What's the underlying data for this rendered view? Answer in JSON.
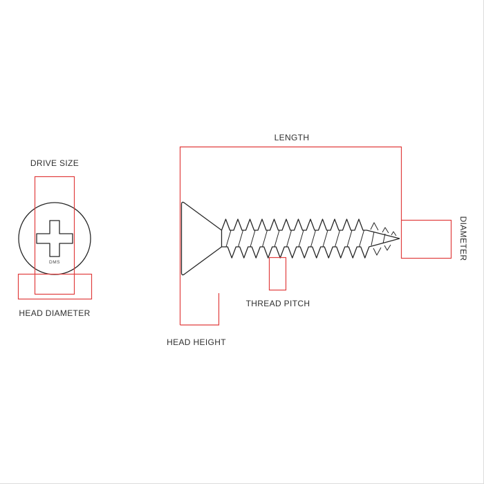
{
  "labels": {
    "drive_size": "DRIVE SIZE",
    "head_diameter": "HEAD DIAMETER",
    "length": "LENGTH",
    "diameter": "DIAMETER",
    "thread_pitch": "THREAD PITCH",
    "head_height": "HEAD HEIGHT",
    "drive_marking": "DMS"
  },
  "colors": {
    "dimension_red": "#e03c3c",
    "line_black": "#262626",
    "text_color": "#2e2e2e",
    "background": "#ffffff"
  }
}
